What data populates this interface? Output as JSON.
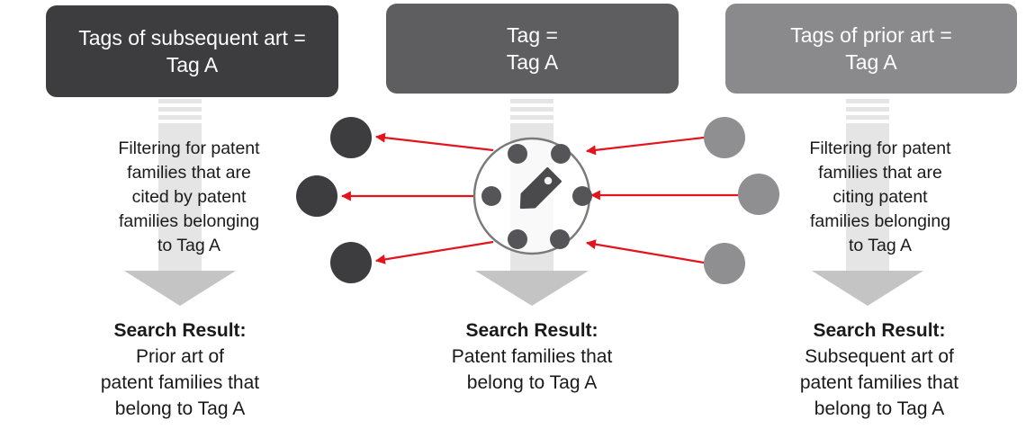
{
  "columns": {
    "left": {
      "header": [
        "Tags of subsequent art =",
        "Tag A"
      ],
      "filter": [
        "Filtering for patent",
        "families that are",
        "cited by patent",
        "families belonging",
        "to Tag A"
      ],
      "result_title": "Search Result:",
      "result": [
        "Prior art of",
        "patent families that",
        "belong to Tag A"
      ],
      "header_color": "#3d3d3f"
    },
    "center": {
      "header": [
        "Tag =",
        "Tag A"
      ],
      "result_title": "Search Result:",
      "result": [
        "Patent families that",
        "belong to Tag A"
      ],
      "header_color": "#5e5e60"
    },
    "right": {
      "header": [
        "Tags of prior art =",
        "Tag A"
      ],
      "filter": [
        "Filtering for patent",
        "families that are",
        "citing patent",
        "families belonging",
        "to Tag A"
      ],
      "result_title": "Search Result:",
      "result": [
        "Subsequent art of",
        "patent families that",
        "belong to Tag A"
      ],
      "header_color": "#8a8a8c"
    }
  },
  "colors": {
    "arrow_shaft": "#e5e5e5",
    "arrow_head": "#c4c4c4",
    "citation_arrow": "#e3141c",
    "prior_art_node": "#3d3d3f",
    "subsequent_art_node": "#8f8f91",
    "tag_member_node": "#555557",
    "tag_circle_border": "#7a7a7a"
  },
  "icons": {
    "tag": "tag-icon"
  }
}
